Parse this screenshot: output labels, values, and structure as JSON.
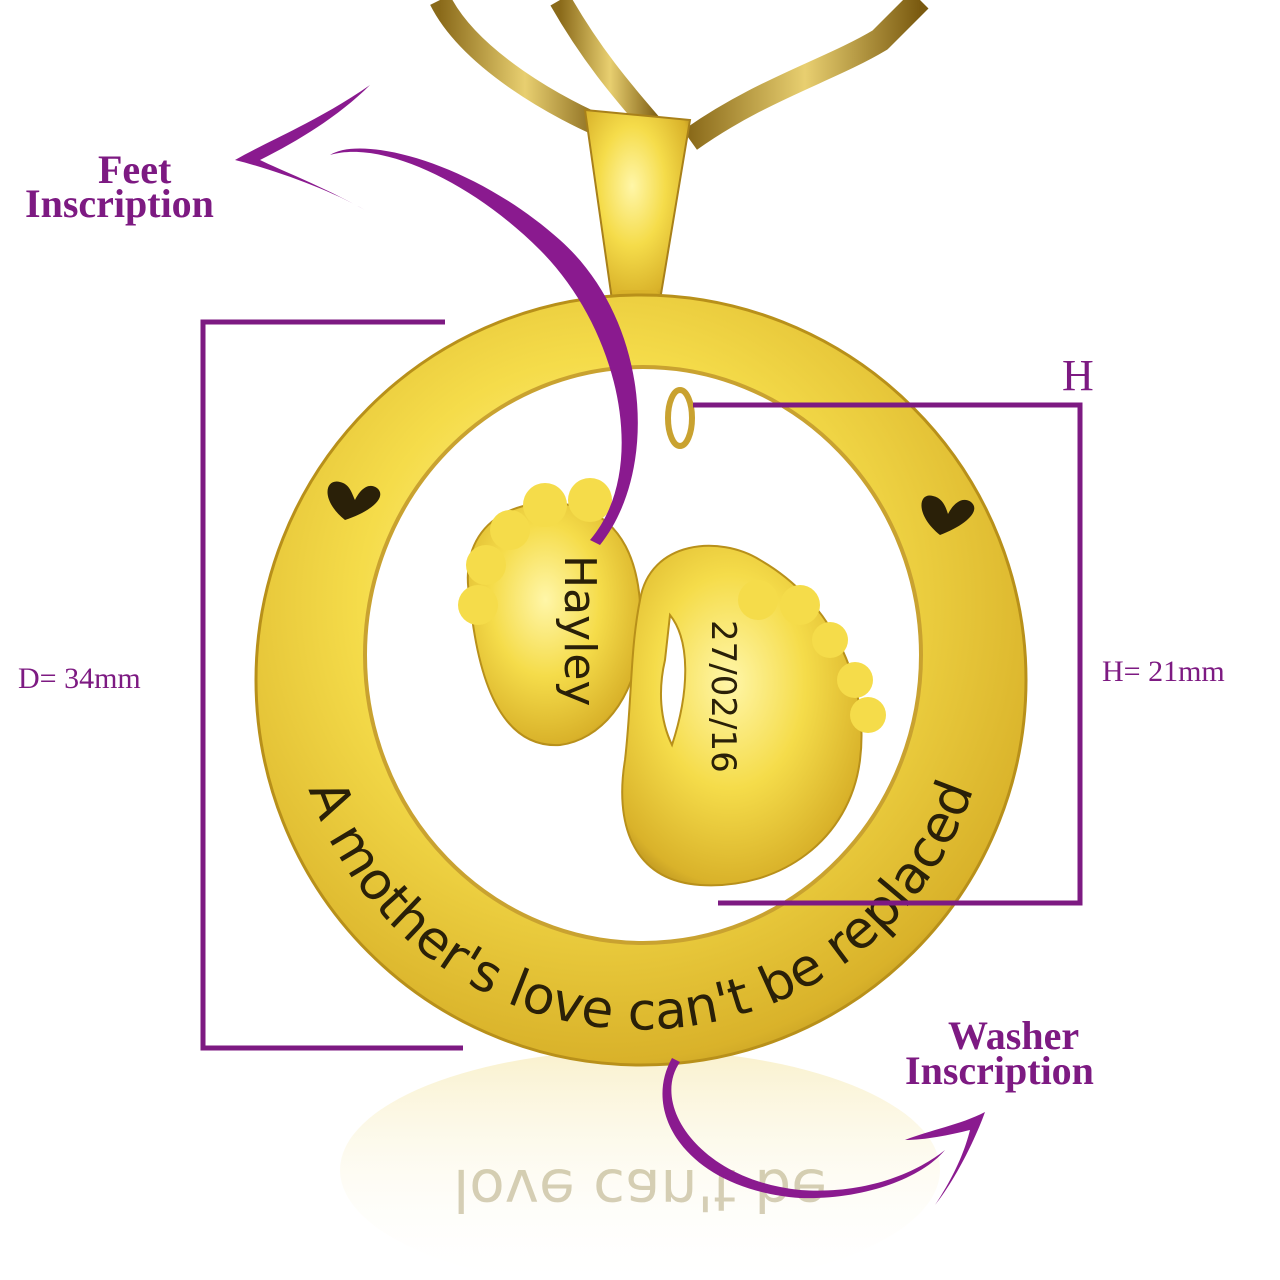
{
  "annotations": {
    "feet_label_line1": "Feet",
    "feet_label_line2": "Inscription",
    "washer_label_line1": "Washer",
    "washer_label_line2": "Inscription",
    "diameter_label": "D= 34mm",
    "height_marker": "H",
    "height_label": "H= 21mm"
  },
  "engraving": {
    "name": "Hayley",
    "date": "27/02/16",
    "washer_text": "A mother's love can't be replaced"
  },
  "colors": {
    "annotation": "#7d1a82",
    "gold": "#f2d23c",
    "gold_dark": "#b8901a",
    "engraving": "#2a2008"
  }
}
